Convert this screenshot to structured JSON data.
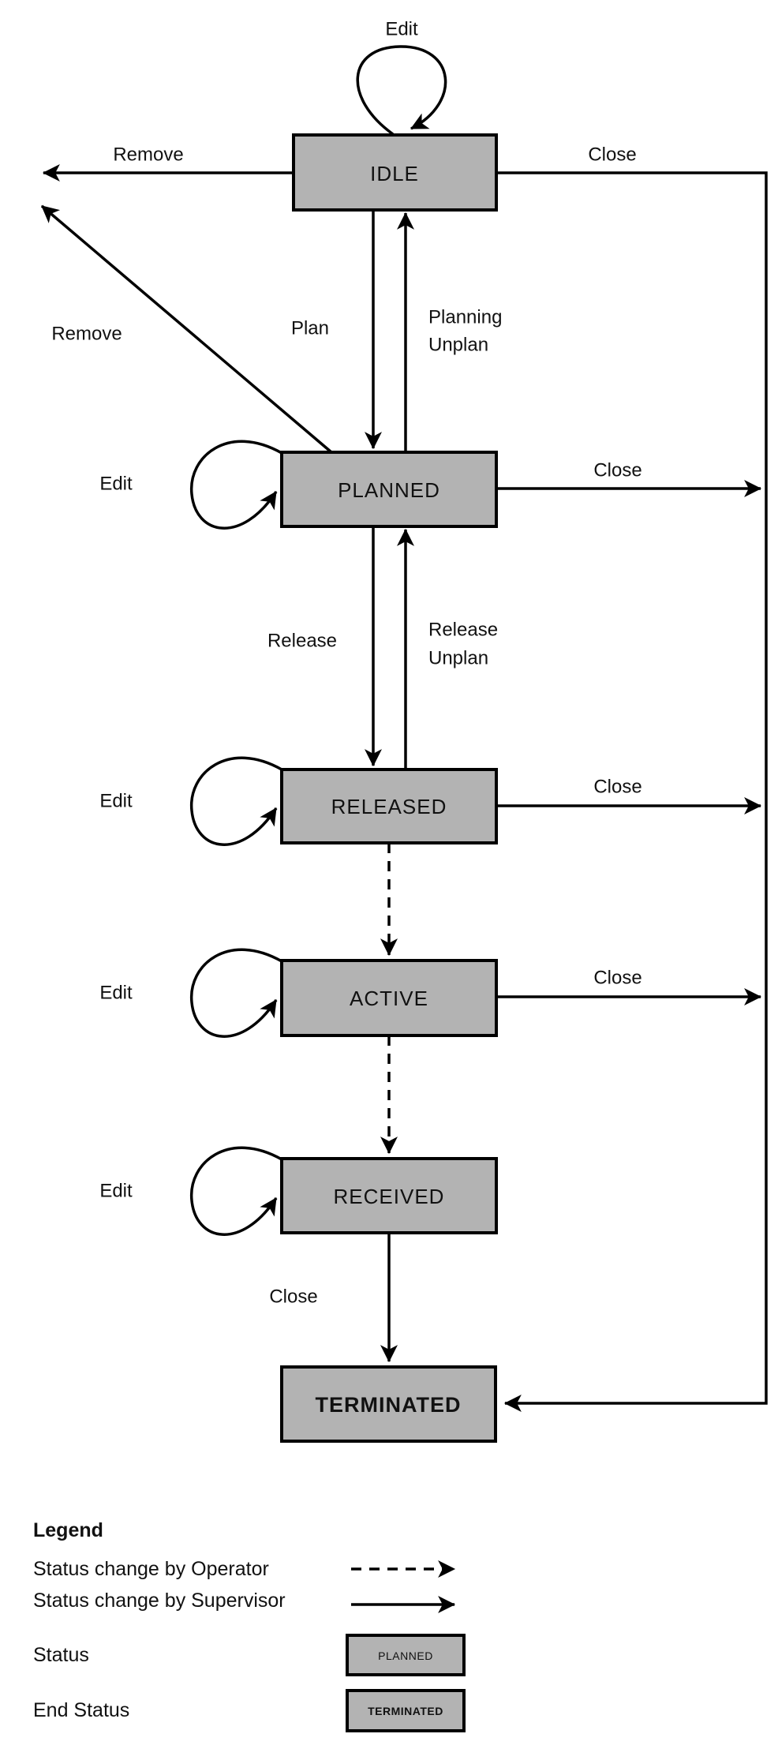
{
  "diagram": {
    "states": {
      "idle": "IDLE",
      "planned": "PLANNED",
      "released": "RELEASED",
      "active": "ACTIVE",
      "received": "RECEIVED",
      "terminated": "TERMINATED"
    },
    "transitions": {
      "edit": "Edit",
      "remove": "Remove",
      "close": "Close",
      "plan": "Plan",
      "planning": "Planning",
      "unplan": "Unplan",
      "release": "Release"
    }
  },
  "legend": {
    "title": "Legend",
    "operator_label": "Status change by Operator",
    "supervisor_label": "Status change by Supervisor",
    "status_label": "Status",
    "end_status_label": "End Status",
    "status_sample": "PLANNED",
    "end_status_sample": "TERMINATED"
  },
  "colors": {
    "state_fill": "#b3b3b3",
    "line": "#000000",
    "text": "#111111",
    "background": "#ffffff"
  }
}
